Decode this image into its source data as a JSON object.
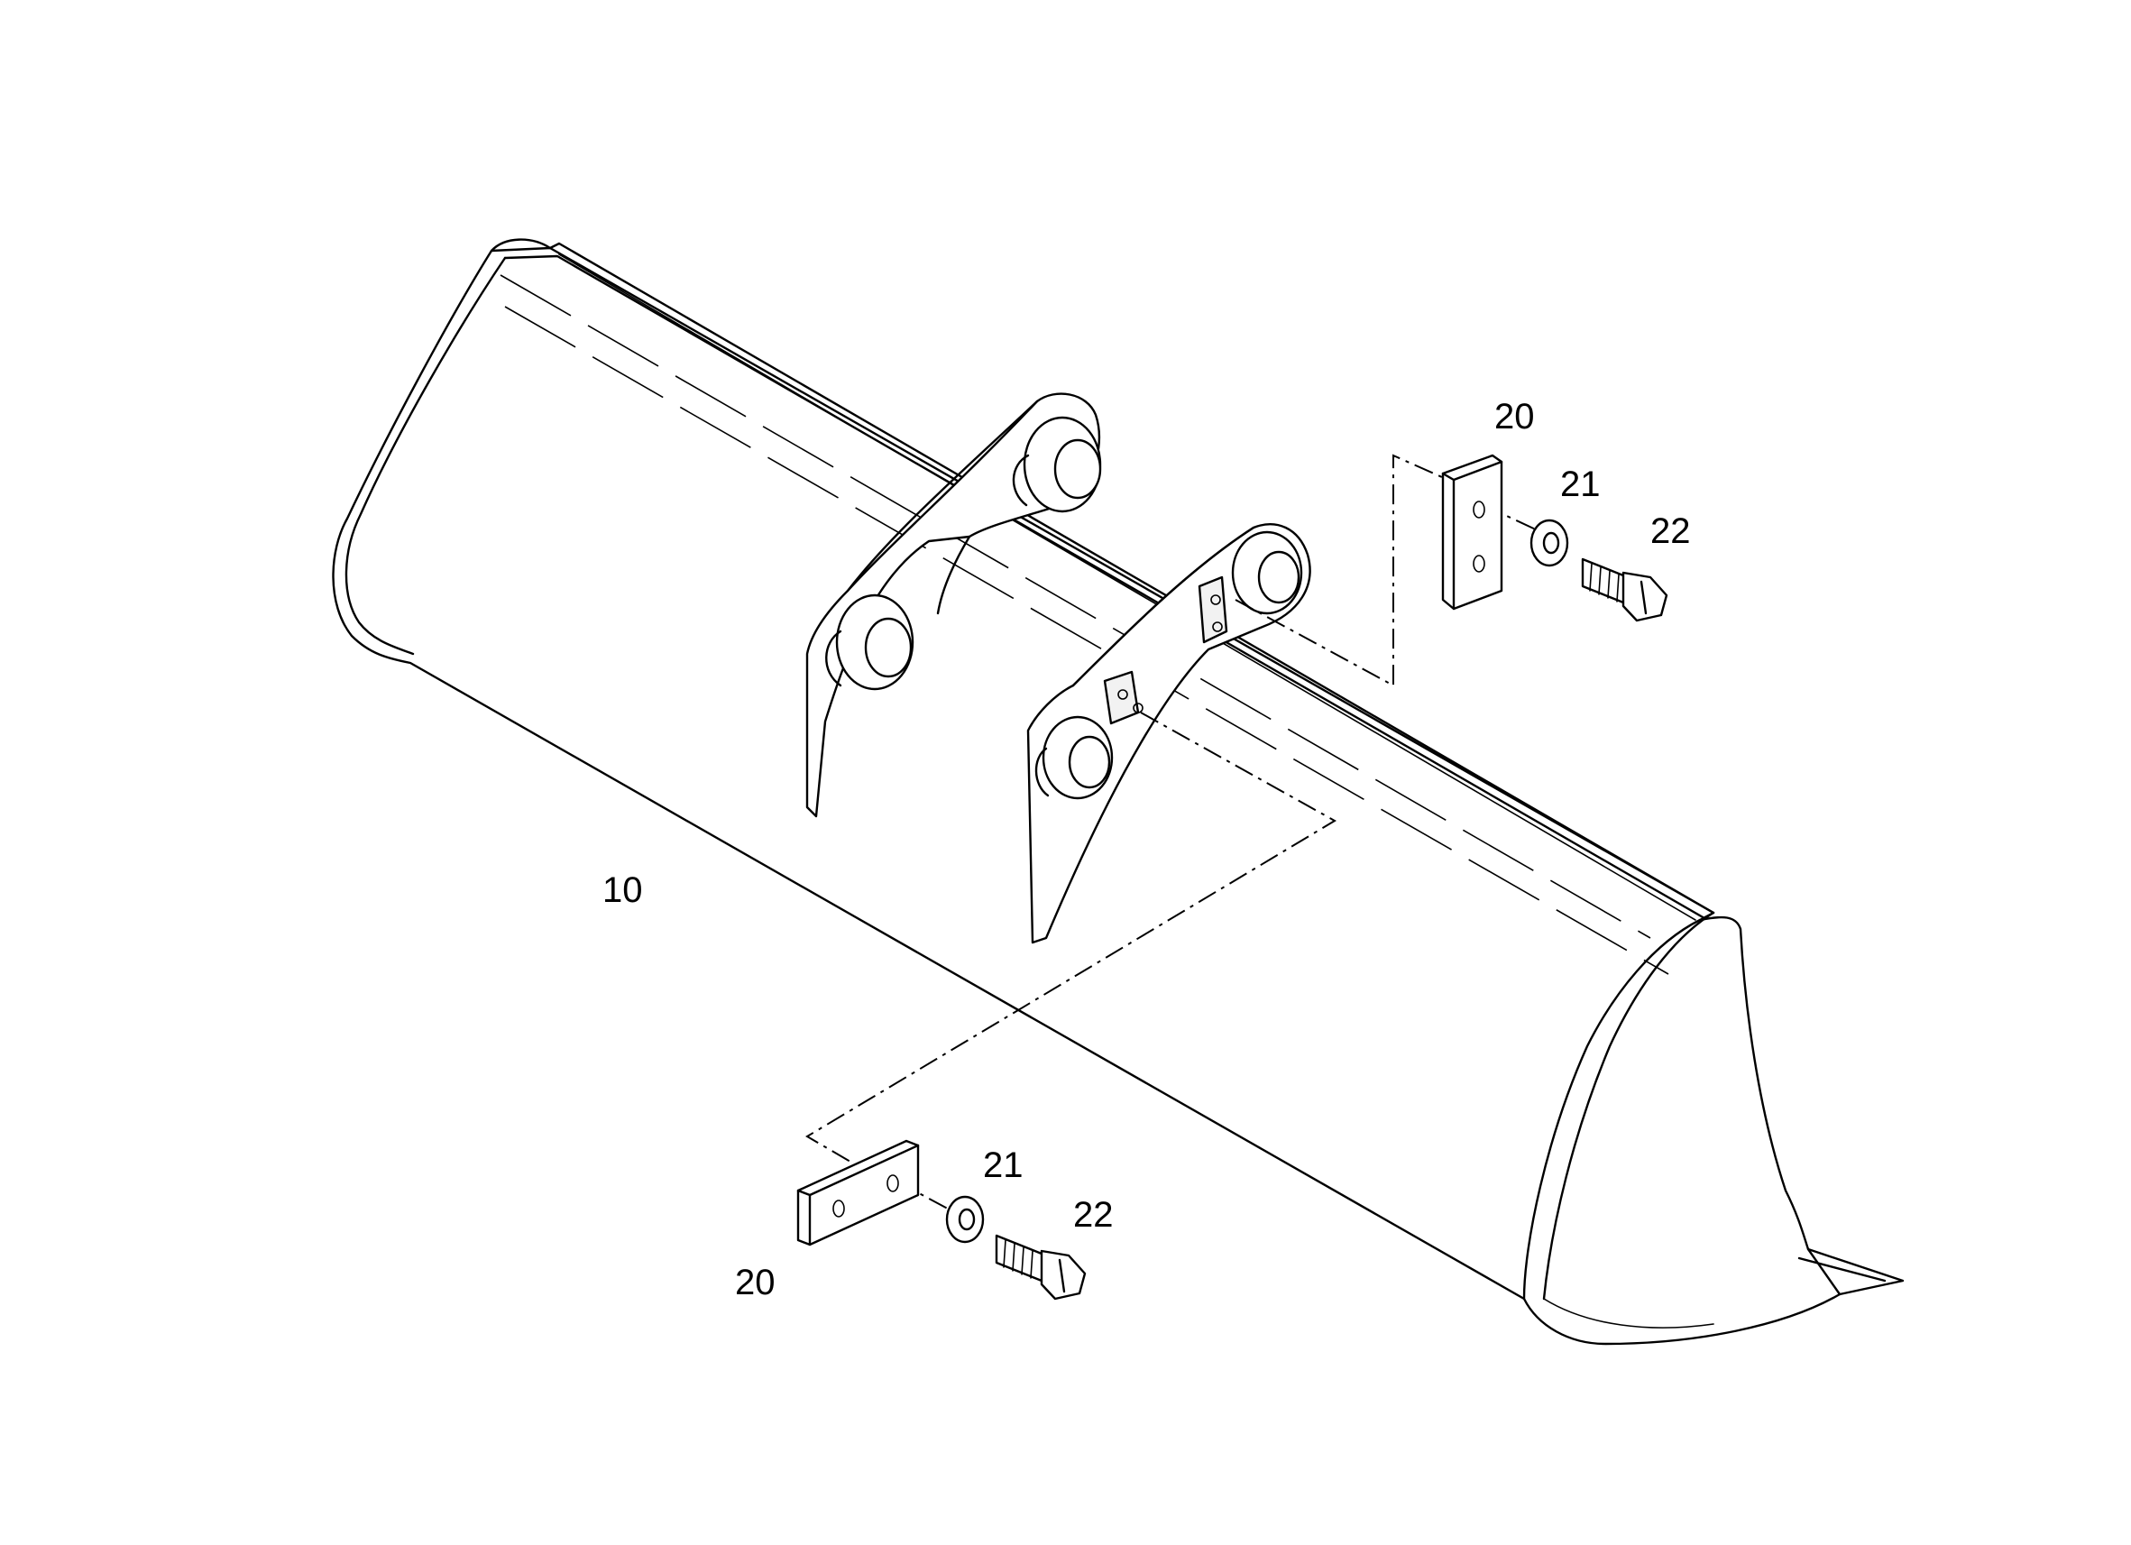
{
  "callouts": {
    "bucket": "10",
    "plate_upper": "20",
    "washer_upper": "21",
    "bolt_upper": "22",
    "plate_lower": "20",
    "washer_lower": "21",
    "bolt_lower": "22"
  }
}
